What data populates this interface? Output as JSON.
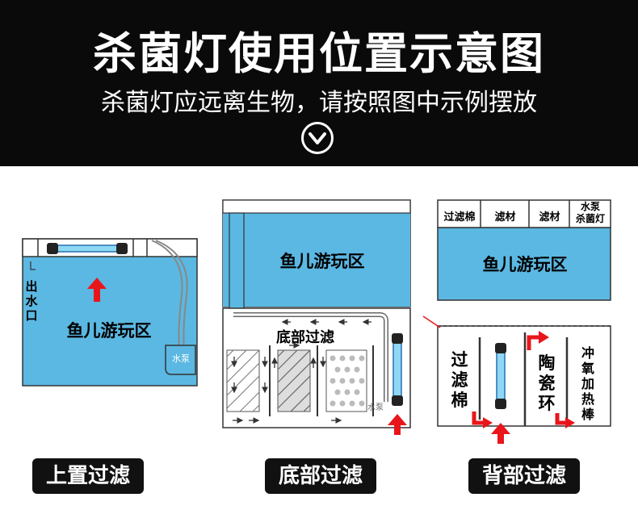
{
  "header": {
    "title": "杀菌灯使用位置示意图",
    "subtitle": "杀菌灯应远离生物，请按照图中示例摆放"
  },
  "panel1": {
    "outlet_label": "出水口",
    "fish_zone": "鱼儿游玩区",
    "pump_label": "水泵",
    "caption": "上置过滤"
  },
  "panel2": {
    "fish_zone": "鱼儿游玩区",
    "filter_label": "底部过滤",
    "pump_label": "水泵",
    "caption": "底部过滤"
  },
  "panel3": {
    "top_labels": [
      "过滤棉",
      "滤材",
      "滤材",
      "水泵\n杀菌灯"
    ],
    "fish_zone": "鱼儿游玩区",
    "filter_cotton": "过滤棉",
    "ceramic_ring": "陶瓷环",
    "aerator_heater": "冲氧加热棒",
    "caption": "背部过滤"
  },
  "colors": {
    "water": "#5bb8e2",
    "arrow_red": "#e8161b",
    "header_bg": "#0a0a0a",
    "lamp_tube": "#8fd8f5"
  },
  "icons": [
    "down-arrow-circle-icon",
    "uv-lamp-icon",
    "red-arrow-icon"
  ]
}
